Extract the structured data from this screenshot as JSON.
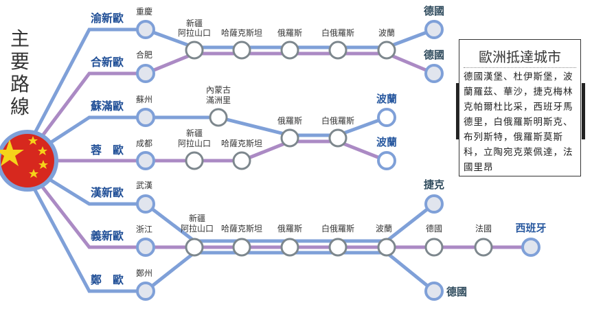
{
  "title": "主要路線",
  "colors": {
    "blue": "#7fa0d8",
    "purple": "#ab8ac4",
    "route_label": "#1f4e96",
    "flag_red": "#d7281e",
    "flag_star": "#f5d31a"
  },
  "routes": [
    {
      "name": "渝新歐",
      "origin": "重慶"
    },
    {
      "name": "合新歐",
      "origin": "合肥"
    },
    {
      "name": "蘇滿歐",
      "origin": "蘇州"
    },
    {
      "name": "蓉　歐",
      "origin": "成都"
    },
    {
      "name": "漢新歐",
      "origin": "武漢"
    },
    {
      "name": "義新歐",
      "origin": "浙江"
    },
    {
      "name": "鄭　歐",
      "origin": "鄭州"
    }
  ],
  "top_group": {
    "stations": [
      "新疆\n阿拉山口",
      "哈薩克斯坦",
      "俄羅斯",
      "白俄羅斯",
      "波蘭"
    ],
    "border_line1": "新疆",
    "border_line2": "阿拉山口",
    "dest1": "德國",
    "dest2": "德國"
  },
  "mid_group": {
    "manzhouli_line1": "內蒙古",
    "manzhouli_line2": "滿洲里",
    "border_line1": "新疆",
    "border_line2": "阿拉山口",
    "kazakhstan": "哈薩克斯坦",
    "russia": "俄羅斯",
    "belarus": "白俄羅斯",
    "dest1": "波蘭",
    "dest2": "波蘭"
  },
  "bot_group": {
    "border_line1": "新疆",
    "border_line2": "阿拉山口",
    "kazakhstan": "哈薩克斯坦",
    "russia": "俄羅斯",
    "belarus": "白俄羅斯",
    "poland": "波蘭",
    "czech": "捷克",
    "germany": "德國",
    "france": "法國",
    "spain": "西班牙",
    "germany2": "德國"
  },
  "info": {
    "heading": "歐洲抵達城市",
    "body": "德國漢堡、杜伊斯堡，波蘭羅茲、華沙，捷克梅林克帕爾杜比采，西班牙馬德里，白俄羅斯明斯克、布列斯特，俄羅斯莫斯科，立陶宛克萊佩達，法國里昂"
  }
}
